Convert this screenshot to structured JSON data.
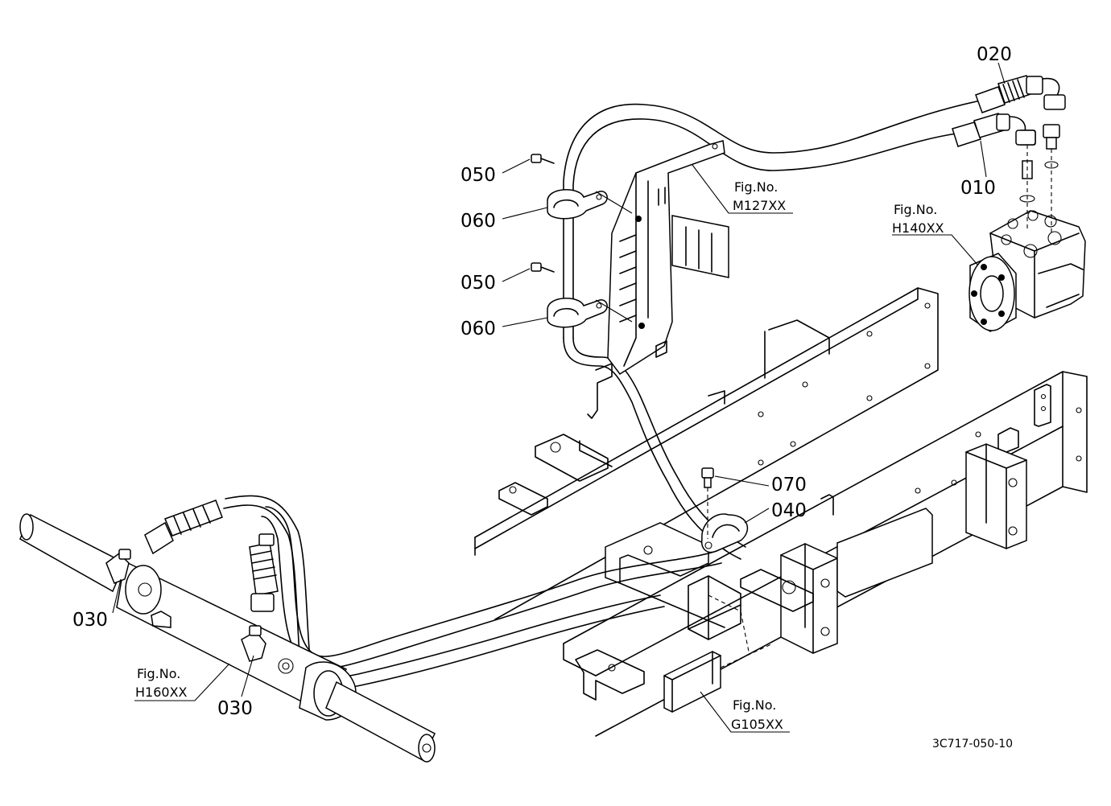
{
  "part_labels": [
    {
      "id": "010",
      "text": "010"
    },
    {
      "id": "020",
      "text": "020"
    },
    {
      "id": "030a",
      "text": "030"
    },
    {
      "id": "030b",
      "text": "030"
    },
    {
      "id": "040",
      "text": "040"
    },
    {
      "id": "050a",
      "text": "050"
    },
    {
      "id": "050b",
      "text": "050"
    },
    {
      "id": "060a",
      "text": "060"
    },
    {
      "id": "060b",
      "text": "060"
    },
    {
      "id": "070",
      "text": "070"
    }
  ],
  "figure_refs": [
    {
      "id": "m127",
      "line1": "Fig.No.",
      "line2": "M127XX"
    },
    {
      "id": "h140",
      "line1": "Fig.No.",
      "line2": "H140XX"
    },
    {
      "id": "h160",
      "line1": "Fig.No.",
      "line2": "H160XX"
    },
    {
      "id": "g105",
      "line1": "Fig.No.",
      "line2": "G105XX"
    }
  ],
  "drawing_code": "3C717-050-10"
}
